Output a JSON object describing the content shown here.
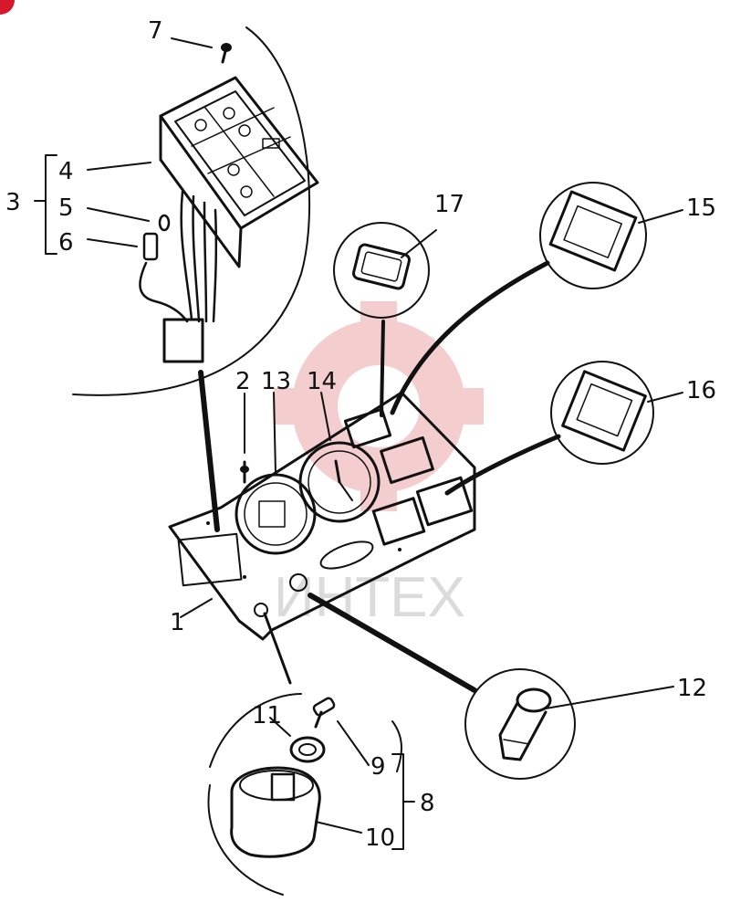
{
  "watermark": {
    "text": "ИНТЕХ",
    "gear_color": "#f3c9c9",
    "text_color": "#d8d8d8"
  },
  "corner_marker_color": "#d6182c",
  "callouts": {
    "c1": "1",
    "c2": "2",
    "c3": "3",
    "c4": "4",
    "c5": "5",
    "c6": "6",
    "c7": "7",
    "c8": "8",
    "c9": "9",
    "c10": "10",
    "c11": "11",
    "c12": "12",
    "c13": "13",
    "c14": "14",
    "c15": "15",
    "c16": "16",
    "c17": "17"
  }
}
